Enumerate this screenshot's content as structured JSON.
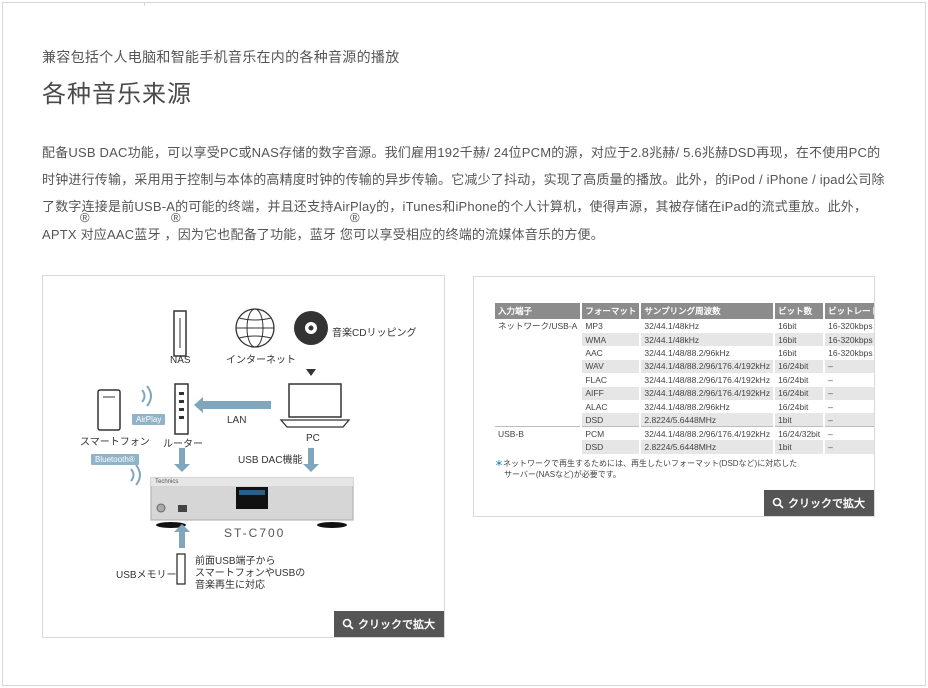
{
  "subtitle": "兼容包括个人电脑和智能手机音乐在内的各种音源的播放",
  "heading": "各种音乐来源",
  "body_lines": [
    "配备USB DAC功能，可以享受PC或NAS存储的数字音源。我们雇用192千赫/ 24位PCM的源，对应于2.8兆赫/ 5.6兆赫DSD再现，在不使用PC的",
    "时钟进行传输，采用用于控制与本体的高精度时钟的传输的异步传输。它减少了抖动，实现了高质量的播放。此外，的iPod / iPhone / ipad公司除",
    "了数字连接是前USB-A的可能的终端，并且还支持AirPlay的，iTunes和iPhone的个人计算机，使得声源，其被存储在iPad的流式重放。此外，",
    "APTX     对应AAC蓝牙    ，因为它也配备了功能，蓝牙     您可以享受相应的终端的流媒体音乐的方便。"
  ],
  "registered_mark": "®",
  "zoom_label": "クリックで拡大",
  "diagram": {
    "nas": "NAS",
    "internet": "インターネット",
    "cd_ripping": "音楽CDリッピング",
    "router": "ルーター",
    "lan": "LAN",
    "pc": "PC",
    "smartphone": "スマートフォン",
    "airplay": "AirPlay",
    "bluetooth": "Bluetooth®",
    "usb_dac": "USB DAC機能",
    "model": "ST-C700",
    "brand": "Technics",
    "usb_memory": "USBメモリー",
    "front_usb": [
      "前面USB端子から",
      "スマートフォンやUSBの",
      "音楽再生に対応"
    ]
  },
  "spec_table": {
    "headers": [
      "入力端子",
      "フォーマット",
      "サンプリング周波数",
      "ビット数",
      "ビットレート"
    ],
    "rows": [
      [
        "ネットワーク/USB-A",
        "MP3",
        "32/44.1/48kHz",
        "16bit",
        "16-320kbps"
      ],
      [
        "",
        "WMA",
        "32/44.1/48kHz",
        "16bit",
        "16-320kbps"
      ],
      [
        "",
        "AAC",
        "32/44.1/48/88.2/96kHz",
        "16bit",
        "16-320kbps"
      ],
      [
        "",
        "WAV",
        "32/44.1/48/88.2/96/176.4/192kHz",
        "16/24bit",
        "–"
      ],
      [
        "",
        "FLAC",
        "32/44.1/48/88.2/96/176.4/192kHz",
        "16/24bit",
        "–"
      ],
      [
        "",
        "AIFF",
        "32/44.1/48/88.2/96/176.4/192kHz",
        "16/24bit",
        "–"
      ],
      [
        "",
        "ALAC",
        "32/44.1/48/88.2/96kHz",
        "16/24bit",
        "–"
      ],
      [
        "",
        "DSD",
        "2.8224/5.6448MHz",
        "1bit",
        "–"
      ],
      [
        "USB-B",
        "PCM",
        "32/44.1/48/88.2/96/176.4/192kHz",
        "16/24/32bit",
        "–"
      ],
      [
        "",
        "DSD",
        "2.8224/5.6448MHz",
        "1bit",
        "–"
      ]
    ],
    "note_mark": "＊",
    "note_lines": [
      "ネットワークで再生するためには、再生したいフォーマット(DSDなど)に対応した",
      "サーバー(NASなど)が必要です。"
    ]
  },
  "colors": {
    "accent_blue": "#8fb3c8",
    "arrow_blue": "#7fa6bd",
    "zoom_bg": "#555555",
    "table_header": "#8c8c8c"
  }
}
